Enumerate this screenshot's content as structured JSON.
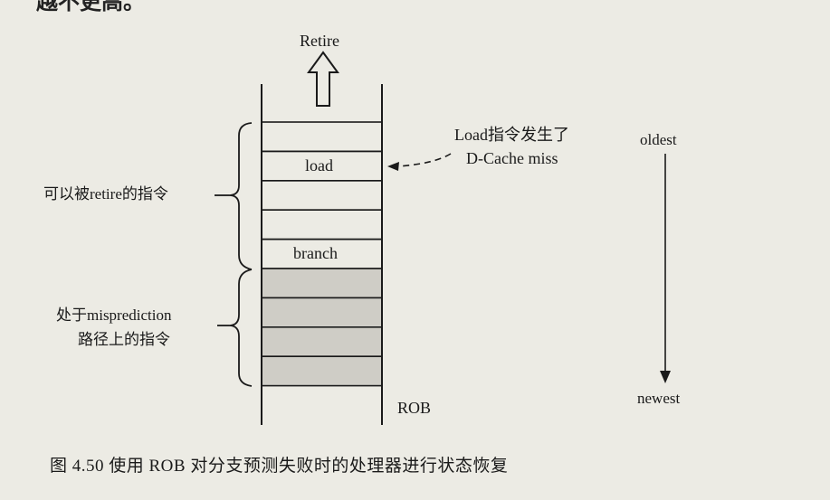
{
  "header_fragment": "越不更高。",
  "retire_label": "Retire",
  "rob": {
    "name": "ROB",
    "entries": [
      {
        "label": "",
        "state": "retirable"
      },
      {
        "label": "load",
        "state": "retirable"
      },
      {
        "label": "",
        "state": "retirable"
      },
      {
        "label": "",
        "state": "retirable"
      },
      {
        "label": "branch",
        "state": "retirable"
      },
      {
        "label": "",
        "state": "mispredicted"
      },
      {
        "label": "",
        "state": "mispredicted"
      },
      {
        "label": "",
        "state": "mispredicted"
      },
      {
        "label": "",
        "state": "mispredicted"
      }
    ]
  },
  "annotations": {
    "retirable_group": "可以被retire的指令",
    "mispredicted_group_line1": "处于misprediction",
    "mispredicted_group_line2": "路径上的指令",
    "load_miss_line1": "Load指令发生了",
    "load_miss_line2": "D-Cache miss"
  },
  "order_axis": {
    "start": "oldest",
    "end": "newest"
  },
  "caption": "图 4.50   使用 ROB 对分支预测失败时的处理器进行状态恢复",
  "colors": {
    "background": "#ecebe4",
    "line": "#1a1a1a",
    "mispredicted_fill": "#cfcdc6"
  }
}
